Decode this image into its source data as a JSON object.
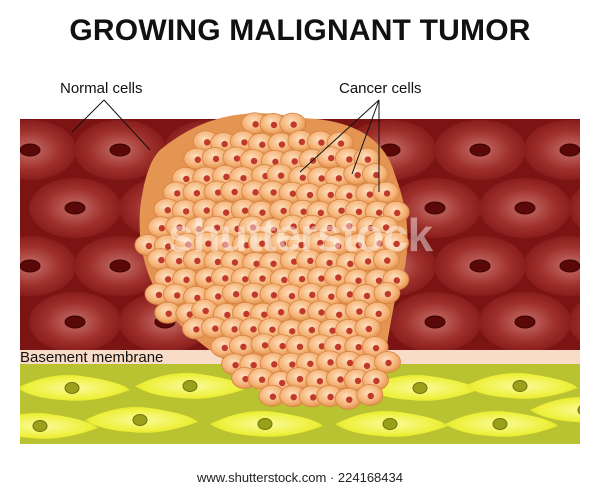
{
  "title": "GROWING MALIGNANT TUMOR",
  "labels": {
    "normal_cells": "Normal cells",
    "cancer_cells": "Cancer cells",
    "basement_membrane": "Basement membrane"
  },
  "watermark": "shutterstock",
  "footer": "www.shutterstock.com · 224168434",
  "colors": {
    "epithelium": "#8b1a1a",
    "cell_highlight": "#b8504c",
    "nucleus": "#5a0808",
    "membrane": "#f9dcc8",
    "stroma": "#b9c230",
    "fibroblast": "#f5f542",
    "tumor_cell": "#f4a664",
    "tumor_nucleus": "#c0392b"
  }
}
